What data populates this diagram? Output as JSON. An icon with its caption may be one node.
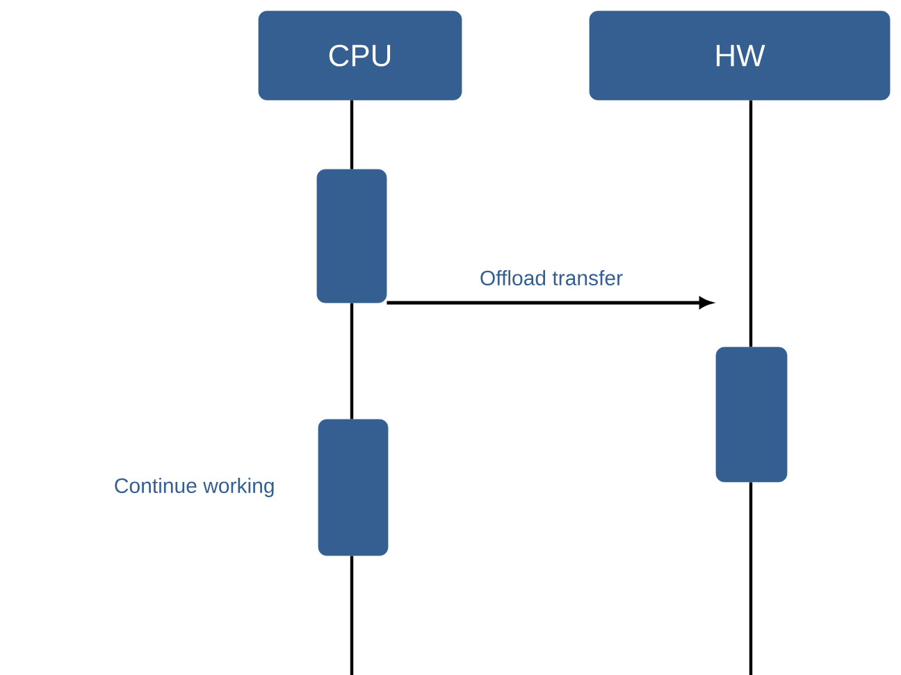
{
  "diagram": {
    "nodes": [
      {
        "text": [
          "CPU"
        ]
      },
      {
        "text": [
          "HW"
        ]
      },
      {
        "text": [],
        "shape": "box"
      },
      {
        "text": [],
        "shape": "box"
      },
      {
        "text": [],
        "shape": "box",
        "beside": [
          "Continue working"
        ]
      }
    ],
    "edges": [
      {
        "from": 0,
        "to": 2,
        "arrow": "none"
      },
      {
        "from": 2,
        "to": 4,
        "arrow": "none"
      },
      {
        "from": 4,
        "to": null,
        "arrow": "none"
      },
      {
        "from": 1,
        "to": 3,
        "arrow": "none"
      },
      {
        "from": 3,
        "to": null,
        "arrow": "none"
      },
      {
        "from": 2,
        "to": 3,
        "arrow": "to",
        "label": "Offload transfer"
      }
    ]
  }
}
